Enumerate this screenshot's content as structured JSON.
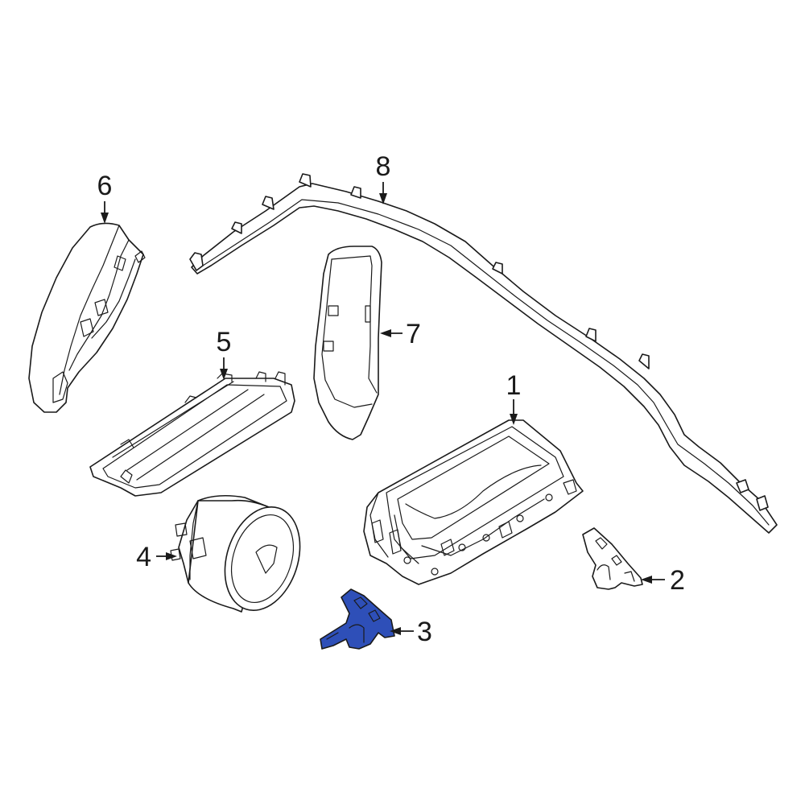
{
  "highlight_color": "#2e4fb8",
  "outline_color": "#1a1a1a",
  "callouts": [
    {
      "id": "1",
      "label": "1"
    },
    {
      "id": "2",
      "label": "2"
    },
    {
      "id": "3",
      "label": "3"
    },
    {
      "id": "4",
      "label": "4"
    },
    {
      "id": "5",
      "label": "5"
    },
    {
      "id": "6",
      "label": "6"
    },
    {
      "id": "7",
      "label": "7"
    },
    {
      "id": "8",
      "label": "8"
    }
  ],
  "highlighted_part": "3"
}
